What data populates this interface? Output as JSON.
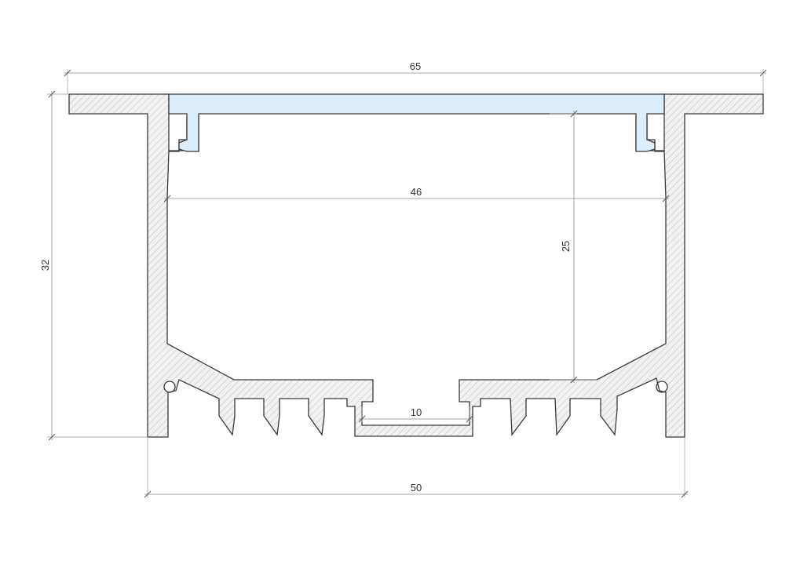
{
  "drawing": {
    "title": "",
    "dimensions": {
      "overall_width": "65",
      "overall_height": "32",
      "inner_width": "46",
      "inner_height": "25",
      "channel_width": "10",
      "body_width": "50"
    },
    "colors": {
      "profile_fill": "#f2f2f2",
      "hatch": "#b8b8b8",
      "outline": "#3a3a3a",
      "diffuser_fill": "#dceefc",
      "dimension_line": "#8a8a8a",
      "text": "#333333"
    }
  }
}
